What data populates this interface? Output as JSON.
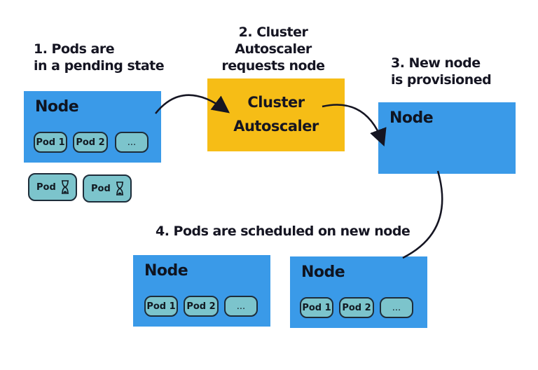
{
  "colors": {
    "node": "#3a9ae8",
    "autoscaler": "#f6bd16",
    "pod": "#7cc4cc",
    "ink": "#151522"
  },
  "steps": {
    "step1": [
      "1. Pods are",
      "in a pending state"
    ],
    "step2": [
      "2. Cluster Autoscaler",
      "requests node"
    ],
    "step3": [
      "3. New node",
      "is provisioned"
    ],
    "step4": "4. Pods are scheduled on new node"
  },
  "autoscaler": {
    "line1": "Cluster",
    "line2": "Autoscaler"
  },
  "nodes": {
    "original": {
      "title": "Node",
      "pods": [
        "Pod 1",
        "Pod 2",
        "..."
      ]
    },
    "pending_pods": [
      {
        "label": "Pod",
        "icon": "hourglass-icon"
      },
      {
        "label": "Pod",
        "icon": "hourglass-icon"
      }
    ],
    "new": {
      "title": "Node"
    },
    "scheduled_left": {
      "title": "Node",
      "pods": [
        "Pod 1",
        "Pod 2",
        "..."
      ]
    },
    "scheduled_right": {
      "title": "Node",
      "pods": [
        "Pod 1",
        "Pod 2",
        "..."
      ]
    }
  }
}
